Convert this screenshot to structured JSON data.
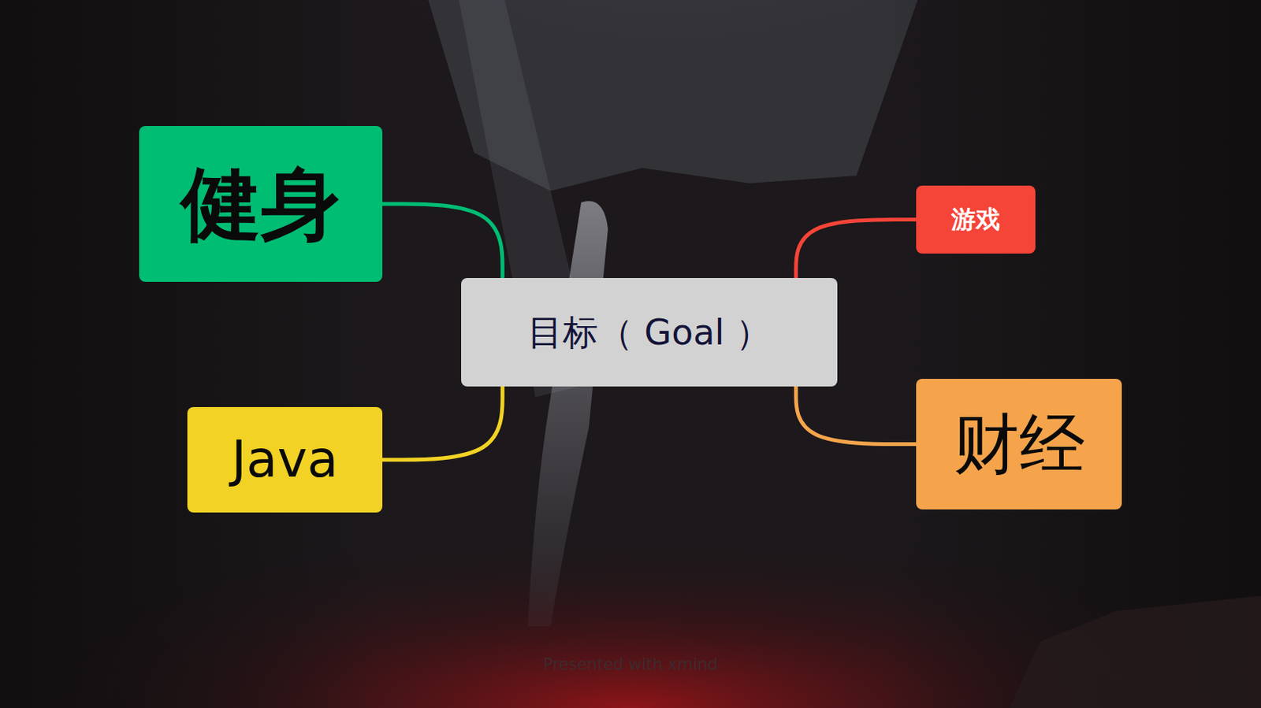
{
  "diagram": {
    "nodes": [
      {
        "text": [
          "目标（ Goal ）"
        ]
      },
      {
        "text": [
          "健身"
        ]
      },
      {
        "text": [
          "Java"
        ]
      },
      {
        "text": [
          "游戏"
        ]
      },
      {
        "text": [
          "财经"
        ]
      }
    ],
    "edges": [
      {
        "from": 0,
        "to": 1,
        "arrow": "none"
      },
      {
        "from": 0,
        "to": 2,
        "arrow": "none"
      },
      {
        "from": 0,
        "to": 3,
        "arrow": "none"
      },
      {
        "from": 0,
        "to": 4,
        "arrow": "none"
      }
    ],
    "labels": [
      "Presented with xmind"
    ]
  }
}
